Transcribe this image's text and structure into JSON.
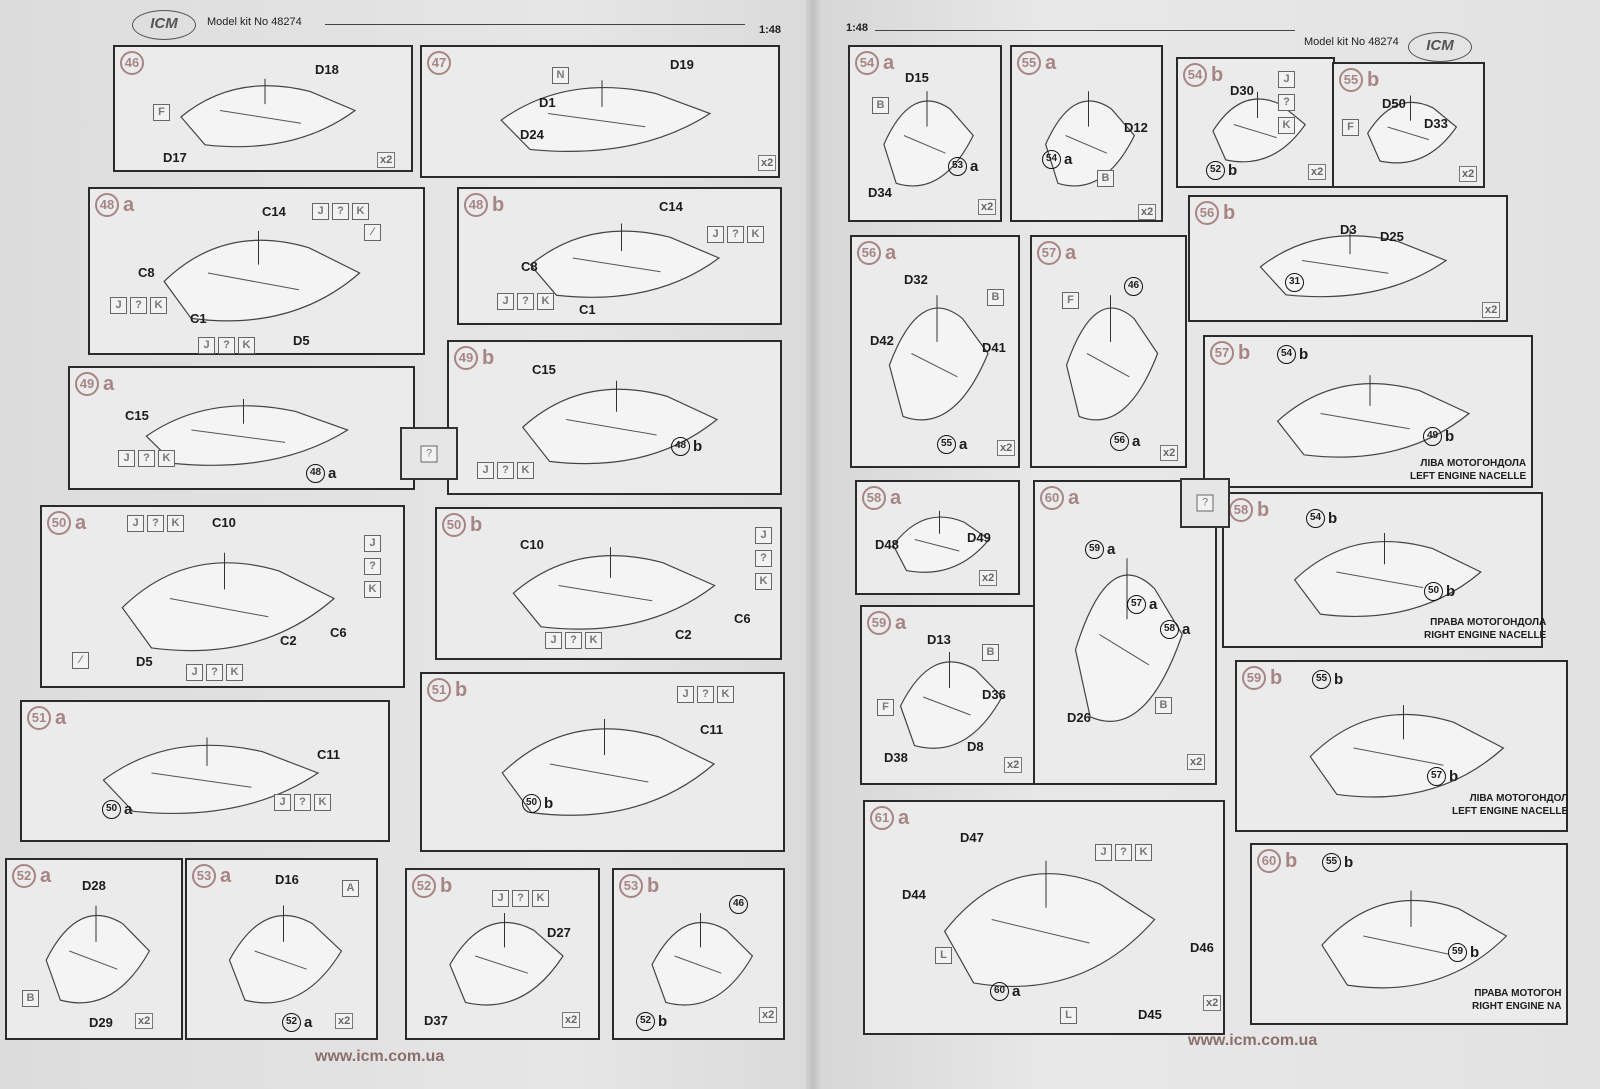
{
  "header_left": {
    "logo": "ICM",
    "kit": "Model kit No 48274",
    "scale": "1:48"
  },
  "header_right": {
    "logo": "ICM",
    "kit": "Model kit No 48274",
    "scale": "1:48"
  },
  "footer_left": "www.icm.com.ua",
  "footer_right": "www.icm.com.ua",
  "unknown_boxes": [
    "?",
    "?"
  ],
  "steps": [
    {
      "n": "46",
      "s": "",
      "items": [
        {
          "k": "part",
          "t": "D18"
        },
        {
          "k": "box",
          "t": "F"
        },
        {
          "k": "part",
          "t": "D17"
        },
        {
          "k": "qty",
          "t": "x2"
        }
      ]
    },
    {
      "n": "47",
      "s": "",
      "items": [
        {
          "k": "box",
          "t": "N"
        },
        {
          "k": "part",
          "t": "D19"
        },
        {
          "k": "part",
          "t": "D1"
        },
        {
          "k": "part",
          "t": "D24"
        },
        {
          "k": "qty",
          "t": "x2"
        }
      ]
    },
    {
      "n": "48",
      "s": "a",
      "items": [
        {
          "k": "part",
          "t": "C14"
        },
        {
          "k": "jk",
          "t": [
            "J",
            "?",
            "K"
          ]
        },
        {
          "k": "box",
          "t": "⁄"
        },
        {
          "k": "part",
          "t": "C8"
        },
        {
          "k": "jk",
          "t": [
            "J",
            "?",
            "K"
          ]
        },
        {
          "k": "part",
          "t": "C1"
        },
        {
          "k": "part",
          "t": "D5"
        },
        {
          "k": "jk",
          "t": [
            "J",
            "?",
            "K"
          ]
        }
      ]
    },
    {
      "n": "48",
      "s": "b",
      "items": [
        {
          "k": "part",
          "t": "C14"
        },
        {
          "k": "jk",
          "t": [
            "J",
            "?",
            "K"
          ]
        },
        {
          "k": "part",
          "t": "C8"
        },
        {
          "k": "jk",
          "t": [
            "J",
            "?",
            "K"
          ]
        },
        {
          "k": "part",
          "t": "C1"
        }
      ]
    },
    {
      "n": "49",
      "s": "a",
      "items": [
        {
          "k": "part",
          "t": "C15"
        },
        {
          "k": "jk",
          "t": [
            "J",
            "?",
            "K"
          ]
        },
        {
          "k": "ref",
          "n": "48",
          "s": "a"
        }
      ]
    },
    {
      "n": "49",
      "s": "b",
      "items": [
        {
          "k": "part",
          "t": "C15"
        },
        {
          "k": "jk",
          "t": [
            "J",
            "?",
            "K"
          ]
        },
        {
          "k": "ref",
          "n": "48",
          "s": "b"
        }
      ]
    },
    {
      "n": "50",
      "s": "a",
      "items": [
        {
          "k": "jk",
          "t": [
            "J",
            "?",
            "K"
          ]
        },
        {
          "k": "part",
          "t": "C10"
        },
        {
          "k": "jkv",
          "t": [
            "J",
            "?",
            "K"
          ]
        },
        {
          "k": "part",
          "t": "C2"
        },
        {
          "k": "part",
          "t": "C6"
        },
        {
          "k": "part",
          "t": "D5"
        },
        {
          "k": "jk",
          "t": [
            "J",
            "?",
            "K"
          ]
        },
        {
          "k": "box",
          "t": "⁄"
        }
      ]
    },
    {
      "n": "50",
      "s": "b",
      "items": [
        {
          "k": "part",
          "t": "C10"
        },
        {
          "k": "jkv",
          "t": [
            "J",
            "?",
            "K"
          ]
        },
        {
          "k": "part",
          "t": "C2"
        },
        {
          "k": "part",
          "t": "C6"
        },
        {
          "k": "jk",
          "t": [
            "J",
            "?",
            "K"
          ]
        }
      ]
    },
    {
      "n": "51",
      "s": "a",
      "items": [
        {
          "k": "part",
          "t": "C11"
        },
        {
          "k": "jk",
          "t": [
            "J",
            "?",
            "K"
          ]
        },
        {
          "k": "ref",
          "n": "50",
          "s": "a"
        }
      ]
    },
    {
      "n": "51",
      "s": "b",
      "items": [
        {
          "k": "jk",
          "t": [
            "J",
            "?",
            "K"
          ]
        },
        {
          "k": "part",
          "t": "C11"
        },
        {
          "k": "ref",
          "n": "50",
          "s": "b"
        }
      ]
    },
    {
      "n": "52",
      "s": "a",
      "items": [
        {
          "k": "part",
          "t": "D28"
        },
        {
          "k": "box",
          "t": "B"
        },
        {
          "k": "part",
          "t": "D29"
        },
        {
          "k": "qty",
          "t": "x2"
        }
      ]
    },
    {
      "n": "53",
      "s": "a",
      "items": [
        {
          "k": "part",
          "t": "D16"
        },
        {
          "k": "box",
          "t": "A"
        },
        {
          "k": "ref",
          "n": "52",
          "s": "a"
        },
        {
          "k": "qty",
          "t": "x2"
        }
      ]
    },
    {
      "n": "52",
      "s": "b",
      "items": [
        {
          "k": "jk",
          "t": [
            "J",
            "?",
            "K"
          ]
        },
        {
          "k": "part",
          "t": "D27"
        },
        {
          "k": "part",
          "t": "D37"
        },
        {
          "k": "qty",
          "t": "x2"
        }
      ]
    },
    {
      "n": "53",
      "s": "b",
      "items": [
        {
          "k": "ref",
          "n": "46",
          "s": ""
        },
        {
          "k": "ref",
          "n": "52",
          "s": "b"
        },
        {
          "k": "qty",
          "t": "x2"
        }
      ]
    },
    {
      "n": "54",
      "s": "a",
      "items": [
        {
          "k": "part",
          "t": "D15"
        },
        {
          "k": "box",
          "t": "B"
        },
        {
          "k": "ref",
          "n": "53",
          "s": "a"
        },
        {
          "k": "part",
          "t": "D34"
        },
        {
          "k": "qty",
          "t": "x2"
        }
      ]
    },
    {
      "n": "55",
      "s": "a",
      "items": [
        {
          "k": "part",
          "t": "D12"
        },
        {
          "k": "ref",
          "n": "54",
          "s": "a"
        },
        {
          "k": "box",
          "t": "B"
        },
        {
          "k": "qty",
          "t": "x2"
        }
      ]
    },
    {
      "n": "54",
      "s": "b",
      "items": [
        {
          "k": "part",
          "t": "D30"
        },
        {
          "k": "jkv",
          "t": [
            "J",
            "?",
            "K"
          ]
        },
        {
          "k": "ref",
          "n": "52",
          "s": "b"
        },
        {
          "k": "qty",
          "t": "x2"
        }
      ]
    },
    {
      "n": "55",
      "s": "b",
      "items": [
        {
          "k": "part",
          "t": "D50"
        },
        {
          "k": "box",
          "t": "F"
        },
        {
          "k": "part",
          "t": "D33"
        },
        {
          "k": "qty",
          "t": "x2"
        }
      ]
    },
    {
      "n": "56",
      "s": "a",
      "items": [
        {
          "k": "part",
          "t": "D32"
        },
        {
          "k": "box",
          "t": "B"
        },
        {
          "k": "part",
          "t": "D42"
        },
        {
          "k": "part",
          "t": "D41"
        },
        {
          "k": "ref",
          "n": "55",
          "s": "a"
        },
        {
          "k": "qty",
          "t": "x2"
        }
      ]
    },
    {
      "n": "57",
      "s": "a",
      "items": [
        {
          "k": "box",
          "t": "F"
        },
        {
          "k": "ref",
          "n": "46",
          "s": ""
        },
        {
          "k": "ref",
          "n": "56",
          "s": "a"
        },
        {
          "k": "qty",
          "t": "x2"
        }
      ]
    },
    {
      "n": "56",
      "s": "b",
      "items": [
        {
          "k": "part",
          "t": "D3"
        },
        {
          "k": "part",
          "t": "D25"
        },
        {
          "k": "ref",
          "n": "31",
          "s": ""
        },
        {
          "k": "qty",
          "t": "x2"
        }
      ]
    },
    {
      "n": "57",
      "s": "b",
      "items": [
        {
          "k": "ref",
          "n": "54",
          "s": "b"
        },
        {
          "k": "ref",
          "n": "49",
          "s": "b"
        },
        {
          "k": "caption",
          "t": [
            "ЛІВА МОТОГОНДОЛА",
            "LEFT ENGINE NACELLE"
          ]
        }
      ]
    },
    {
      "n": "58",
      "s": "a",
      "items": [
        {
          "k": "part",
          "t": "D48"
        },
        {
          "k": "part",
          "t": "D49"
        },
        {
          "k": "qty",
          "t": "x2"
        }
      ]
    },
    {
      "n": "60",
      "s": "a",
      "items": [
        {
          "k": "ref",
          "n": "59",
          "s": "a"
        },
        {
          "k": "ref",
          "n": "57",
          "s": "a"
        },
        {
          "k": "ref",
          "n": "58",
          "s": "a"
        },
        {
          "k": "box",
          "t": "B"
        },
        {
          "k": "part",
          "t": "D26"
        },
        {
          "k": "qty",
          "t": "x2"
        }
      ]
    },
    {
      "n": "58",
      "s": "b",
      "items": [
        {
          "k": "ref",
          "n": "54",
          "s": "b"
        },
        {
          "k": "ref",
          "n": "50",
          "s": "b"
        },
        {
          "k": "caption",
          "t": [
            "ПРАВА МОТОГОНДОЛА",
            "RIGHT ENGINE NACELLE"
          ]
        }
      ]
    },
    {
      "n": "59",
      "s": "a",
      "items": [
        {
          "k": "part",
          "t": "D13"
        },
        {
          "k": "box",
          "t": "B"
        },
        {
          "k": "part",
          "t": "D36"
        },
        {
          "k": "box",
          "t": "F"
        },
        {
          "k": "part",
          "t": "D8"
        },
        {
          "k": "part",
          "t": "D38"
        },
        {
          "k": "qty",
          "t": "x2"
        }
      ]
    },
    {
      "n": "59",
      "s": "b",
      "items": [
        {
          "k": "ref",
          "n": "55",
          "s": "b"
        },
        {
          "k": "ref",
          "n": "57",
          "s": "b"
        },
        {
          "k": "caption",
          "t": [
            "ЛІВА МОТОГОНДОЛ",
            "LEFT ENGINE NACELLE"
          ]
        }
      ]
    },
    {
      "n": "61",
      "s": "a",
      "items": [
        {
          "k": "part",
          "t": "D47"
        },
        {
          "k": "jk",
          "t": [
            "J",
            "?",
            "K"
          ]
        },
        {
          "k": "part",
          "t": "D44"
        },
        {
          "k": "box",
          "t": "L"
        },
        {
          "k": "part",
          "t": "D46"
        },
        {
          "k": "ref",
          "n": "60",
          "s": "a"
        },
        {
          "k": "box",
          "t": "L"
        },
        {
          "k": "part",
          "t": "D45"
        },
        {
          "k": "qty",
          "t": "x2"
        }
      ]
    },
    {
      "n": "60",
      "s": "b",
      "items": [
        {
          "k": "ref",
          "n": "55",
          "s": "b"
        },
        {
          "k": "ref",
          "n": "59",
          "s": "b"
        },
        {
          "k": "caption",
          "t": [
            "ПРАВА МОТОГОН",
            "RIGHT ENGINE NA"
          ]
        }
      ]
    }
  ]
}
